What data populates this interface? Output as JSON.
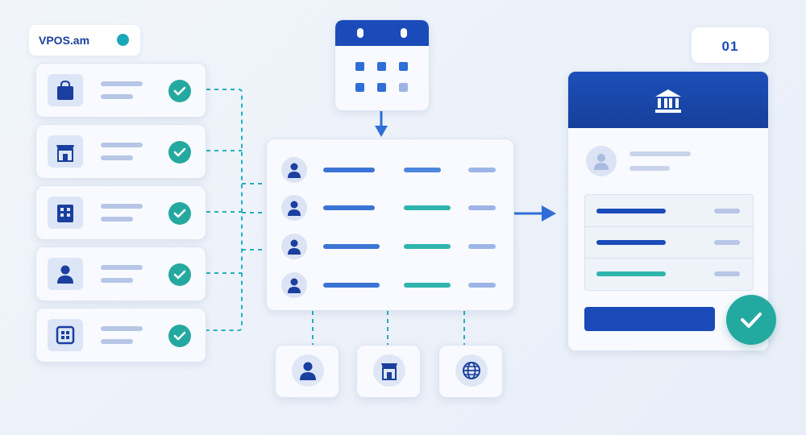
{
  "brand": {
    "name": "VPOS.am"
  },
  "step": {
    "number": "01"
  },
  "colors": {
    "primary": "#1a4bb8",
    "accent": "#24a9a0",
    "placeholder": "#b7c6e6"
  },
  "sources": [
    {
      "icon": "shopping-bag-icon",
      "status": "checked"
    },
    {
      "icon": "storefront-icon",
      "status": "checked"
    },
    {
      "icon": "building-icon",
      "status": "checked"
    },
    {
      "icon": "user-icon",
      "status": "checked"
    },
    {
      "icon": "grid-app-icon",
      "status": "checked"
    }
  ],
  "hub": {
    "top_icon": "calendar-icon",
    "rows": [
      {
        "icon": "user-icon"
      },
      {
        "icon": "user-icon"
      },
      {
        "icon": "user-icon"
      },
      {
        "icon": "user-icon"
      }
    ]
  },
  "outputs": [
    {
      "icon": "user-icon"
    },
    {
      "icon": "storefront-icon"
    },
    {
      "icon": "globe-icon"
    }
  ],
  "bank_panel": {
    "header_icon": "bank-icon",
    "profile_icon": "user-icon",
    "confirm_icon": "check-icon"
  }
}
